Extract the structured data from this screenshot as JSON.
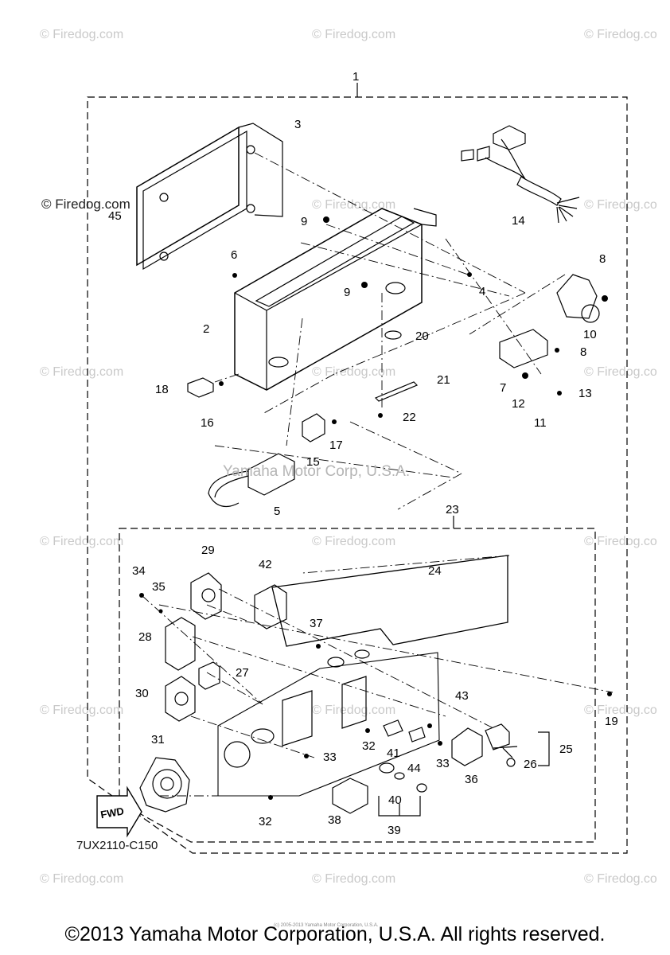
{
  "diagram": {
    "code": "7UX2110-C150",
    "direction_label": "FWD",
    "center_watermark": "Yamaha Motor Corp, U.S.A.",
    "tiny_text": "(c) 2005-2013 Yamaha Motor Corporation, U.S.A.",
    "watermarks": [
      "© Firedog.com",
      "© Firedog.com",
      "© Firedog.co",
      "© Firedog.com",
      "© Firedog.com",
      "© Firedog.co",
      "© Firedog.com",
      "© Firedog.com",
      "© Firedog.co",
      "© Firedog.com",
      "© Firedog.com",
      "© Firedog.co",
      "© Firedog.com",
      "© Firedog.com",
      "© Firedog.co",
      "© Firedog.com",
      "© Firedog.com",
      "© Firedog.co"
    ],
    "watermark_strong": "© Firedog.com",
    "labels": [
      "1",
      "2",
      "3",
      "4",
      "5",
      "6",
      "7",
      "8",
      "8",
      "9",
      "9",
      "10",
      "11",
      "12",
      "13",
      "14",
      "15",
      "16",
      "17",
      "18",
      "19",
      "20",
      "21",
      "22",
      "23",
      "24",
      "25",
      "26",
      "27",
      "28",
      "29",
      "30",
      "31",
      "32",
      "32",
      "33",
      "33",
      "34",
      "35",
      "36",
      "37",
      "38",
      "39",
      "40",
      "41",
      "42",
      "43",
      "44",
      "45"
    ]
  },
  "footer": {
    "copyright": "©2013 Yamaha Motor Corporation, U.S.A. All rights reserved."
  }
}
